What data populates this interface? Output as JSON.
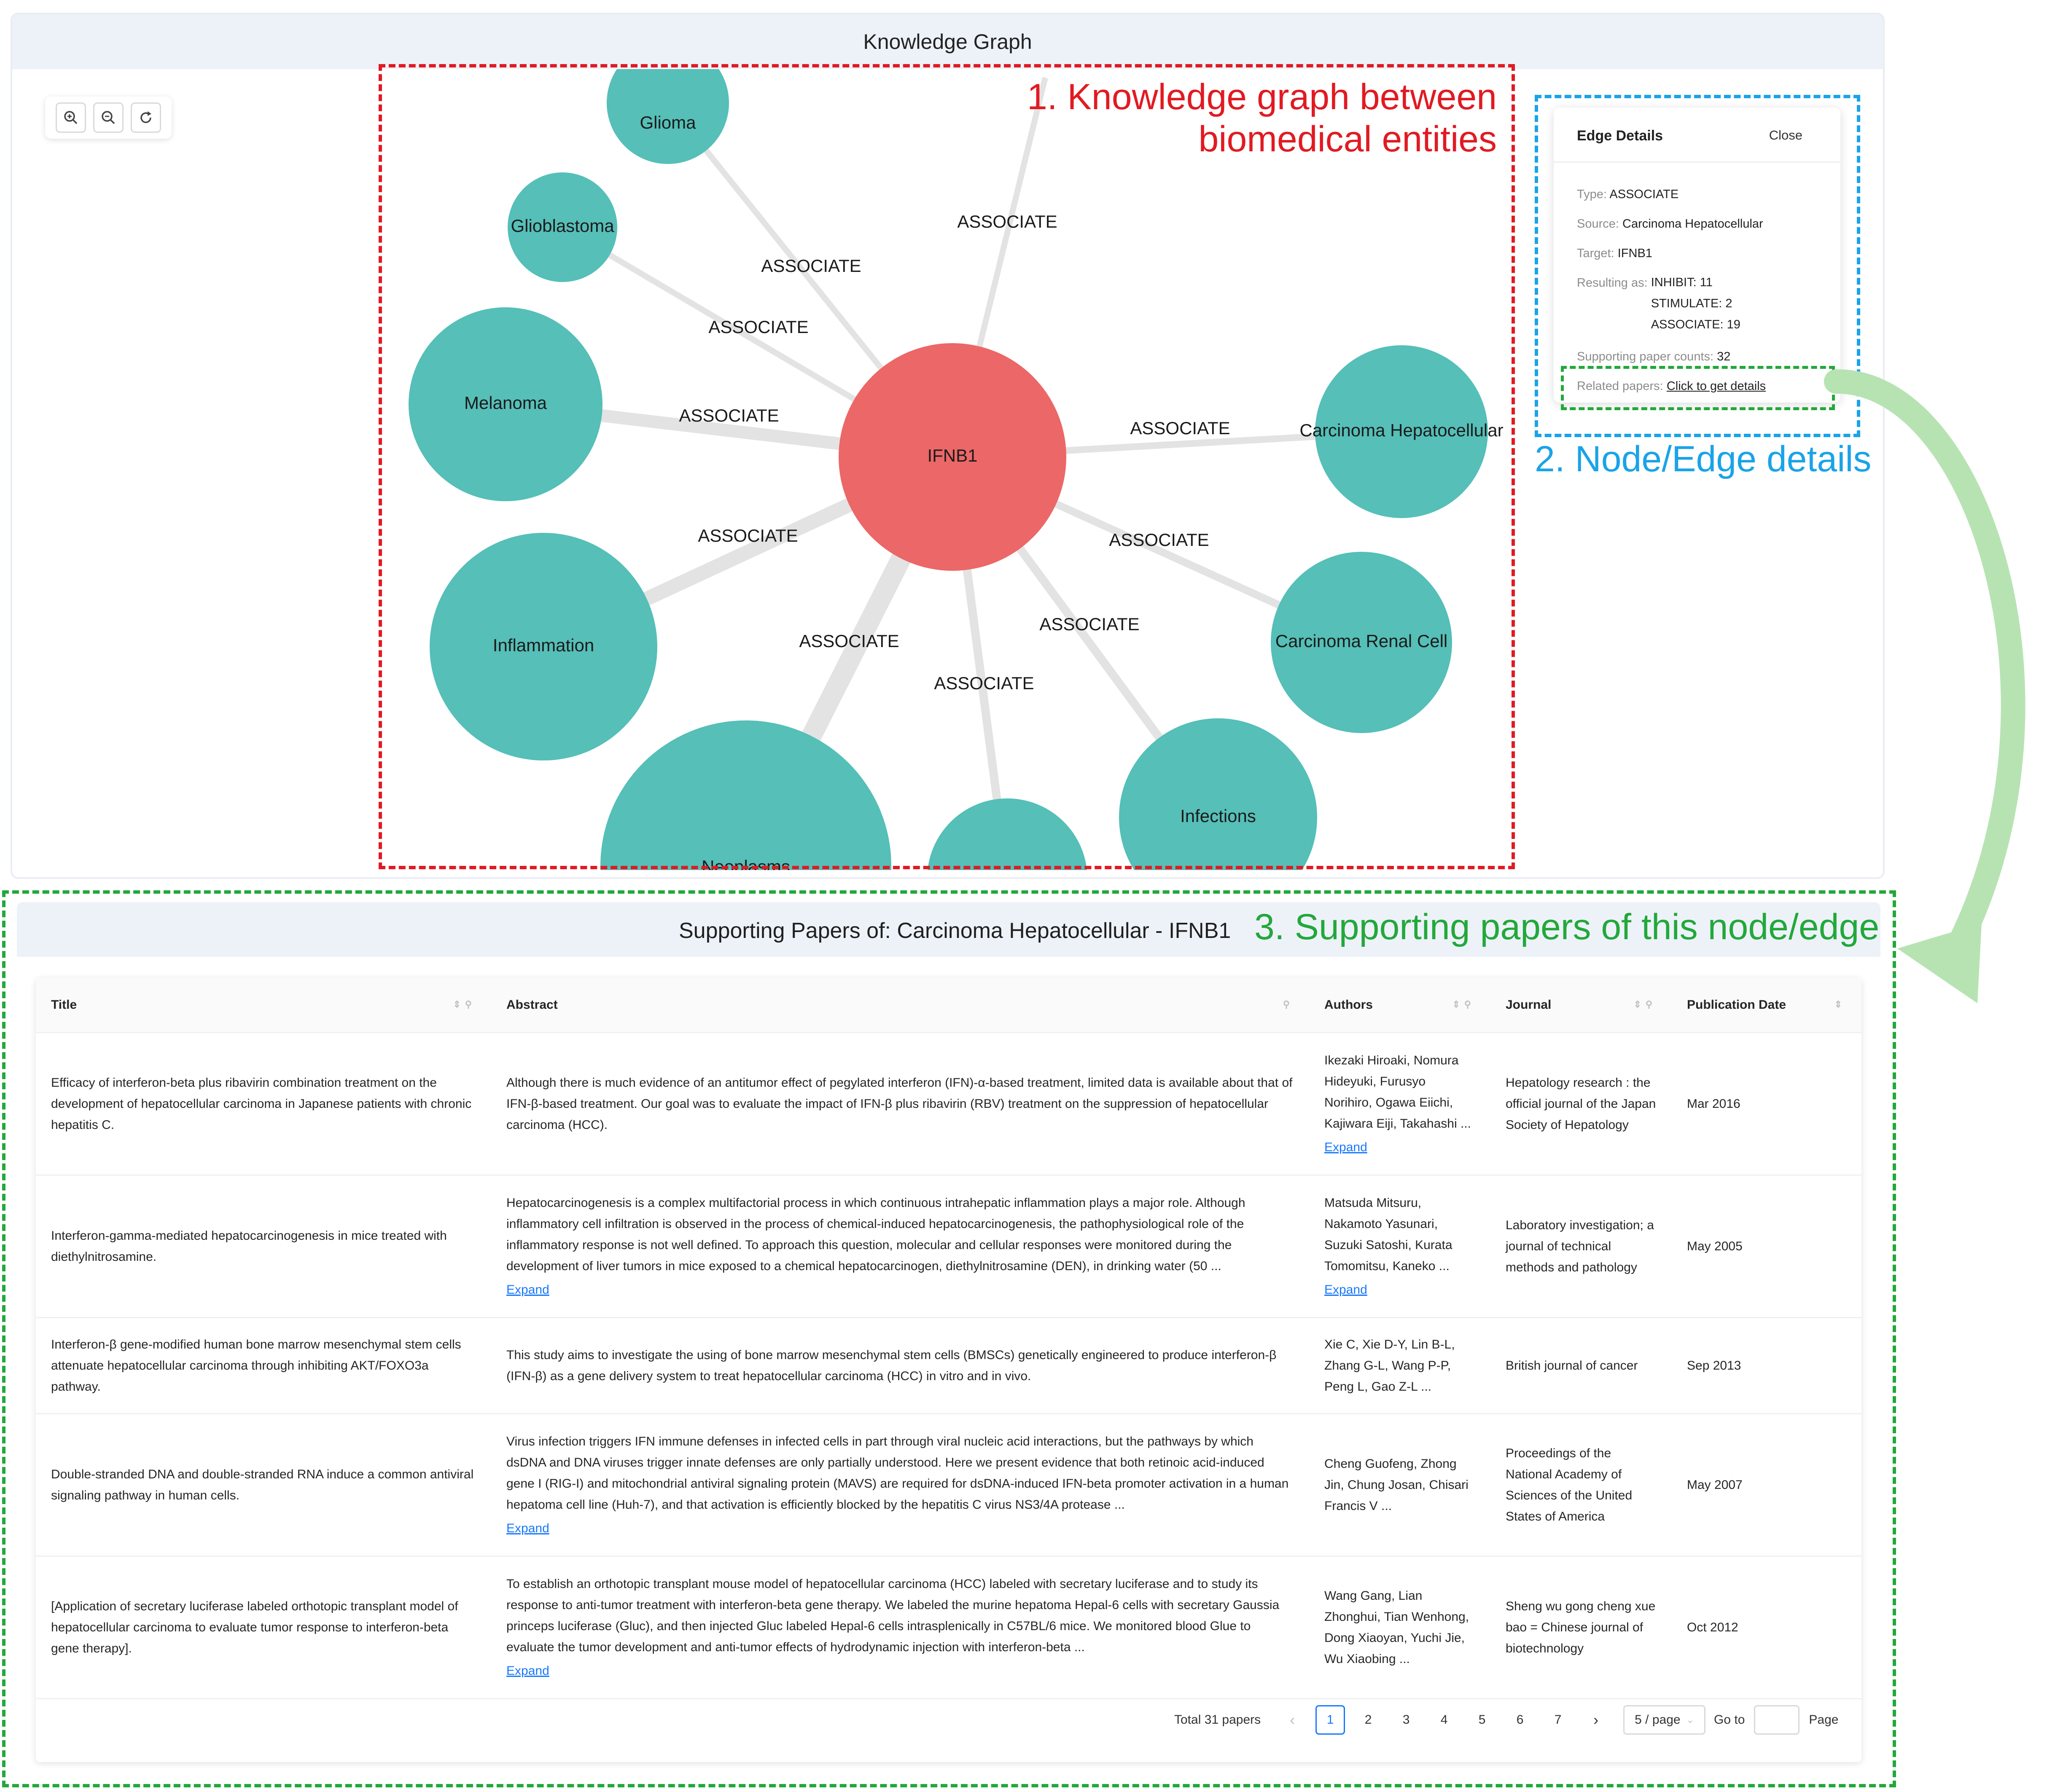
{
  "knowledge_graph": {
    "title": "Knowledge Graph",
    "center_node": "IFNB1",
    "nodes": [
      {
        "label": "Glioma"
      },
      {
        "label": "Glioblastoma"
      },
      {
        "label": "Melanoma"
      },
      {
        "label": "Inflammation"
      },
      {
        "label": "Neoplasms"
      },
      {
        "label": ""
      },
      {
        "label": "Infections"
      },
      {
        "label": "Carcinoma Renal Cell"
      },
      {
        "label": "Carcinoma Hepatocellular"
      },
      {
        "label": ""
      }
    ],
    "edge_label": "ASSOCIATE",
    "colors": {
      "center_node": "#ec6767",
      "node": "#55bfb8",
      "edge": "#e3e3e3"
    }
  },
  "zoom_toolbar": {
    "icons": [
      "zoom-in-icon",
      "zoom-out-icon",
      "refresh-icon"
    ]
  },
  "edge_details": {
    "title": "Edge Details",
    "close_label": "Close",
    "type_label": "Type:",
    "type_value": "ASSOCIATE",
    "source_label": "Source:",
    "source_value": "Carcinoma Hepatocellular",
    "target_label": "Target:",
    "target_value": "IFNB1",
    "resulting_label": "Resulting as:",
    "resulting_values": [
      "INHIBIT: 11",
      "STIMULATE: 2",
      "ASSOCIATE: 19"
    ],
    "paper_count_label": "Supporting paper counts:",
    "paper_count_value": "32",
    "related_label": "Related papers:",
    "related_link": "Click to get details"
  },
  "annotations": {
    "graph": "1. Knowledge graph between biomedical entities",
    "details": "2. Node/Edge details",
    "papers": "3. Supporting papers of this node/edge"
  },
  "papers": {
    "title": "Supporting Papers of: Carcinoma Hepatocellular - IFNB1",
    "columns": [
      "Title",
      "Abstract",
      "Authors",
      "Journal",
      "Publication Date"
    ],
    "expand_label": "Expand",
    "rows": [
      {
        "title": "Efficacy of interferon-beta plus ribavirin combination treatment on the development of hepatocellular carcinoma in Japanese patients with chronic hepatitis C.",
        "abstract": "Although there is much evidence of an antitumor effect of pegylated interferon (IFN)-α-based treatment, limited data is available about that of IFN-β-based treatment. Our goal was to evaluate the impact of IFN-β plus ribavirin (RBV) treatment on the suppression of hepatocellular carcinoma (HCC).",
        "authors": "Ikezaki Hiroaki, Nomura Hideyuki, Furusyo Norihiro, Ogawa Eiichi, Kajiwara Eiji, Takahashi ...",
        "journal": "Hepatology research : the official journal of the Japan Society of Hepatology",
        "date": "Mar 2016"
      },
      {
        "title": "Interferon-gamma-mediated hepatocarcinogenesis in mice treated with diethylnitrosamine.",
        "abstract": "Hepatocarcinogenesis is a complex multifactorial process in which continuous intrahepatic inflammation plays a major role. Although inflammatory cell infiltration is observed in the process of chemical-induced hepatocarcinogenesis, the pathophysiological role of the inflammatory response is not well defined. To approach this question, molecular and cellular responses were monitored during the development of liver tumors in mice exposed to a chemical hepatocarcinogen, diethylnitrosamine (DEN), in drinking water (50 ...",
        "authors": "Matsuda Mitsuru, Nakamoto Yasunari, Suzuki Satoshi, Kurata Tomomitsu, Kaneko ...",
        "journal": "Laboratory investigation; a journal of technical methods and pathology",
        "date": "May 2005"
      },
      {
        "title": "Interferon-β gene-modified human bone marrow mesenchymal stem cells attenuate hepatocellular carcinoma through inhibiting AKT/FOXO3a pathway.",
        "abstract": "This study aims to investigate the using of bone marrow mesenchymal stem cells (BMSCs) genetically engineered to produce interferon-β (IFN-β) as a gene delivery system to treat hepatocellular carcinoma (HCC) in vitro and in vivo.",
        "authors": "Xie C, Xie D-Y, Lin B-L, Zhang G-L, Wang P-P, Peng L, Gao Z-L ...",
        "journal": "British journal of cancer",
        "date": "Sep 2013"
      },
      {
        "title": "Double-stranded DNA and double-stranded RNA induce a common antiviral signaling pathway in human cells.",
        "abstract": "Virus infection triggers IFN immune defenses in infected cells in part through viral nucleic acid interactions, but the pathways by which dsDNA and DNA viruses trigger innate defenses are only partially understood. Here we present evidence that both retinoic acid-induced gene I (RIG-I) and mitochondrial antiviral signaling protein (MAVS) are required for dsDNA-induced IFN-beta promoter activation in a human hepatoma cell line (Huh-7), and that activation is efficiently blocked by the hepatitis C virus NS3/4A protease ...",
        "authors": "Cheng Guofeng, Zhong Jin, Chung Josan, Chisari Francis V ...",
        "journal": "Proceedings of the National Academy of Sciences of the United States of America",
        "date": "May 2007"
      },
      {
        "title": "[Application of secretary luciferase labeled orthotopic transplant model of hepatocellular carcinoma to evaluate tumor response to interferon-beta gene therapy].",
        "abstract": "To establish an orthotopic transplant mouse model of hepatocellular carcinoma (HCC) labeled with secretary luciferase and to study its response to anti-tumor treatment with interferon-beta gene therapy. We labeled the murine hepatoma Hepal-6 cells with secretary Gaussia princeps luciferase (Gluc), and then injected Gluc labeled Hepal-6 cells intrasplenically in C57BL/6 mice. We monitored blood Glue to evaluate the tumor development and anti-tumor effects of hydrodynamic injection with interferon-beta ...",
        "authors": "Wang Gang, Lian Zhonghui, Tian Wenhong, Dong Xiaoyan, Yuchi Jie, Wu Xiaobing ...",
        "journal": "Sheng wu gong cheng xue bao = Chinese journal of biotechnology",
        "date": "Oct 2012"
      }
    ]
  },
  "pagination": {
    "total_label": "Total 31 papers",
    "pages": [
      "1",
      "2",
      "3",
      "4",
      "5",
      "6",
      "7"
    ],
    "current_page": "1",
    "page_size": "5 / page",
    "goto_label": "Go to",
    "page_label": "Page"
  }
}
